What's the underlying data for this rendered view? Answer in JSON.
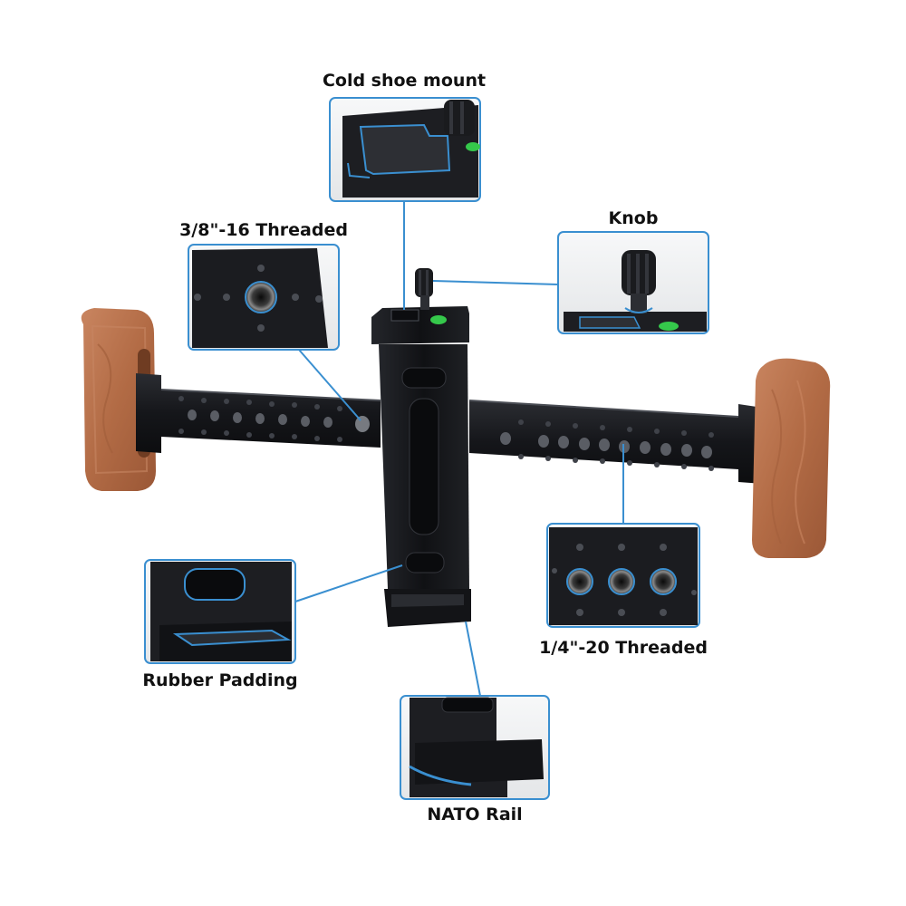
{
  "colors": {
    "accent": "#3a8fd0",
    "metal": "#1a1b1e",
    "metal_edge": "#3a3c42",
    "wood": "#b6704a",
    "wood_dark": "#8e4f31",
    "level_green": "#35c84b"
  },
  "callouts": {
    "cold_shoe": "Cold shoe mount",
    "knob": "Knob",
    "thread_38": "3/8\"-16 Threaded",
    "thread_14": "1/4\"-20 Threaded",
    "rubber": "Rubber Padding",
    "nato": "NATO Rail"
  }
}
